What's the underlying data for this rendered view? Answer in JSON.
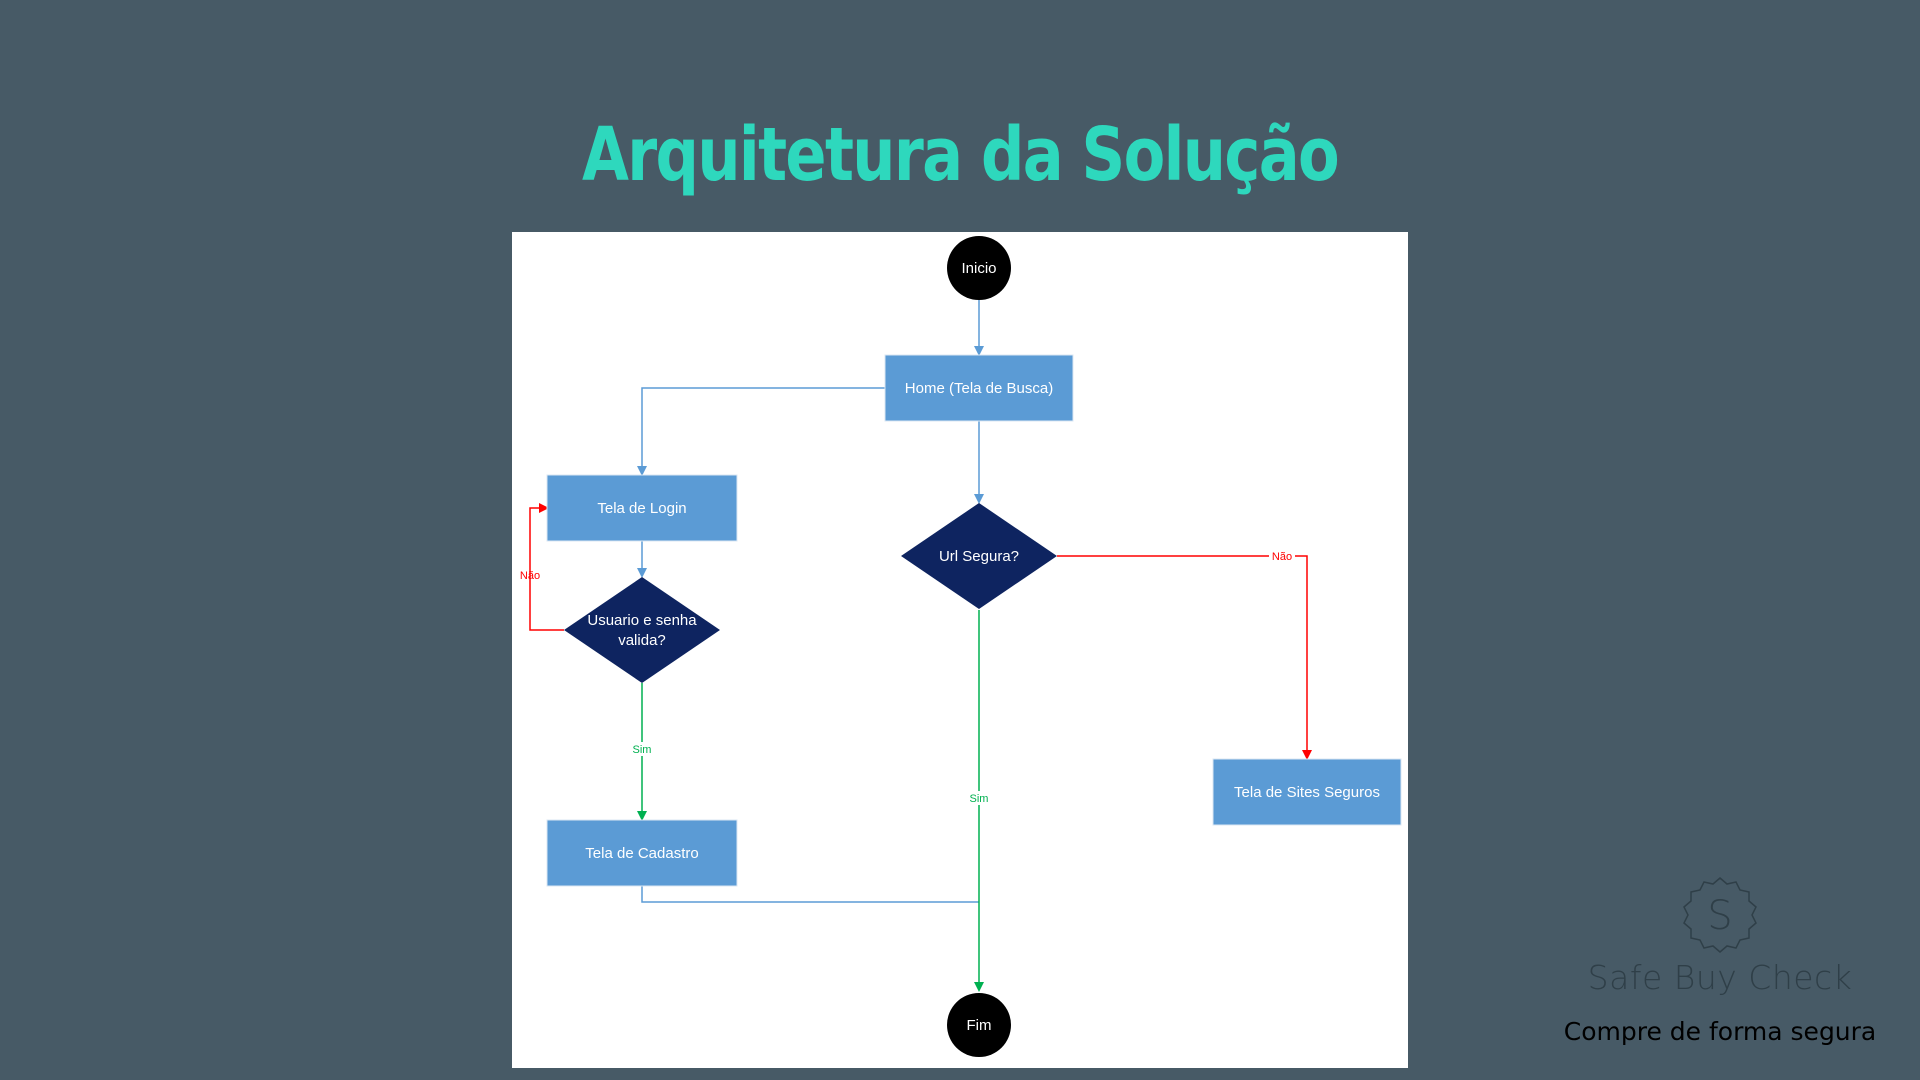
{
  "page": {
    "title": "Arquitetura da Solução"
  },
  "diagram": {
    "nodes": {
      "inicio": "Inicio",
      "home": "Home (Tela de Busca)",
      "login": "Tela de Login",
      "usuario_line1": "Usuario e senha",
      "usuario_line2": "valida?",
      "url": "Url Segura?",
      "cadastro": "Tela de Cadastro",
      "sites": "Tela de Sites Seguros",
      "fim": "Fim"
    },
    "edge_labels": {
      "login_nao": "Não",
      "login_sim": "Sim",
      "url_nao": "Não",
      "url_sim": "Sim"
    },
    "colors": {
      "process": "#5b9bd5",
      "decision": "#0e2460",
      "terminal": "#000000",
      "flow": "#5b9bd5",
      "yes": "#00b050",
      "no": "#ff0000"
    }
  },
  "logo": {
    "badge_letter": "S",
    "name": "Safe Buy Check",
    "tagline": "Compre de forma segura"
  }
}
